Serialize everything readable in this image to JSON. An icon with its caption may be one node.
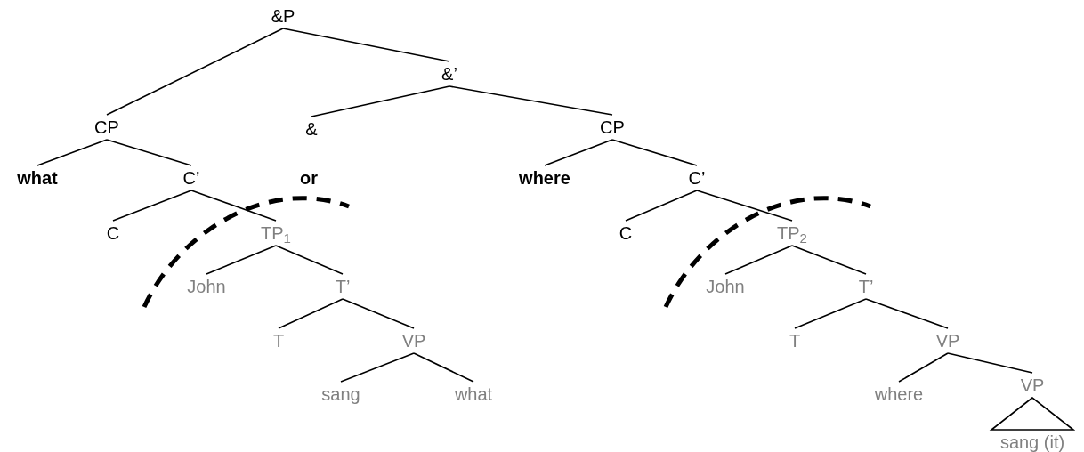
{
  "diagram": {
    "nodes": [
      {
        "text": [
          "&P"
        ]
      },
      {
        "text": [
          "CP"
        ]
      },
      {
        "text": [
          "&’"
        ]
      },
      {
        "text": [
          "&"
        ]
      },
      {
        "text": [
          "CP"
        ]
      },
      {
        "text": [
          "what"
        ]
      },
      {
        "text": [
          "C’"
        ]
      },
      {
        "text": [
          "C"
        ]
      },
      {
        "text": [
          "TP$_{1}$"
        ]
      },
      {
        "text": [
          "John"
        ]
      },
      {
        "text": [
          "T’"
        ]
      },
      {
        "text": [
          "T"
        ]
      },
      {
        "text": [
          "VP"
        ]
      },
      {
        "text": [
          "sang"
        ]
      },
      {
        "text": [
          "what"
        ]
      },
      {
        "text": [
          "where"
        ]
      },
      {
        "text": [
          "C’"
        ]
      },
      {
        "text": [
          "C"
        ]
      },
      {
        "text": [
          "TP$_{2}$"
        ]
      },
      {
        "text": [
          "John"
        ]
      },
      {
        "text": [
          "T’"
        ]
      },
      {
        "text": [
          "T"
        ]
      },
      {
        "text": [
          "VP"
        ]
      },
      {
        "text": [
          "where"
        ]
      },
      {
        "text": [
          "VP"
        ]
      },
      {
        "text": [
          "sang (it)"
        ]
      }
    ],
    "edges": [
      {
        "from": 0,
        "to": 1,
        "arrow": "none"
      },
      {
        "from": 0,
        "to": 2,
        "arrow": "none"
      },
      {
        "from": 2,
        "to": 3,
        "arrow": "none"
      },
      {
        "from": 2,
        "to": 4,
        "arrow": "none"
      },
      {
        "from": 1,
        "to": 5,
        "arrow": "none"
      },
      {
        "from": 1,
        "to": 6,
        "arrow": "none"
      },
      {
        "from": 6,
        "to": 7,
        "arrow": "none"
      },
      {
        "from": 6,
        "to": 8,
        "arrow": "none"
      },
      {
        "from": 8,
        "to": 9,
        "arrow": "none"
      },
      {
        "from": 8,
        "to": 10,
        "arrow": "none"
      },
      {
        "from": 10,
        "to": 11,
        "arrow": "none"
      },
      {
        "from": 10,
        "to": 12,
        "arrow": "none"
      },
      {
        "from": 12,
        "to": 13,
        "arrow": "none"
      },
      {
        "from": 12,
        "to": 14,
        "arrow": "none"
      },
      {
        "from": 4,
        "to": 15,
        "arrow": "none"
      },
      {
        "from": 4,
        "to": 16,
        "arrow": "none"
      },
      {
        "from": 16,
        "to": 17,
        "arrow": "none"
      },
      {
        "from": 16,
        "to": 18,
        "arrow": "none"
      },
      {
        "from": 18,
        "to": 19,
        "arrow": "none"
      },
      {
        "from": 18,
        "to": 20,
        "arrow": "none"
      },
      {
        "from": 20,
        "to": 21,
        "arrow": "none"
      },
      {
        "from": 20,
        "to": 22,
        "arrow": "none"
      },
      {
        "from": 22,
        "to": 23,
        "arrow": "none"
      },
      {
        "from": 22,
        "to": 24,
        "arrow": "none"
      },
      {
        "from": 24,
        "to": 25,
        "arrow": "none"
      }
    ],
    "labels": [
      "or"
    ]
  }
}
